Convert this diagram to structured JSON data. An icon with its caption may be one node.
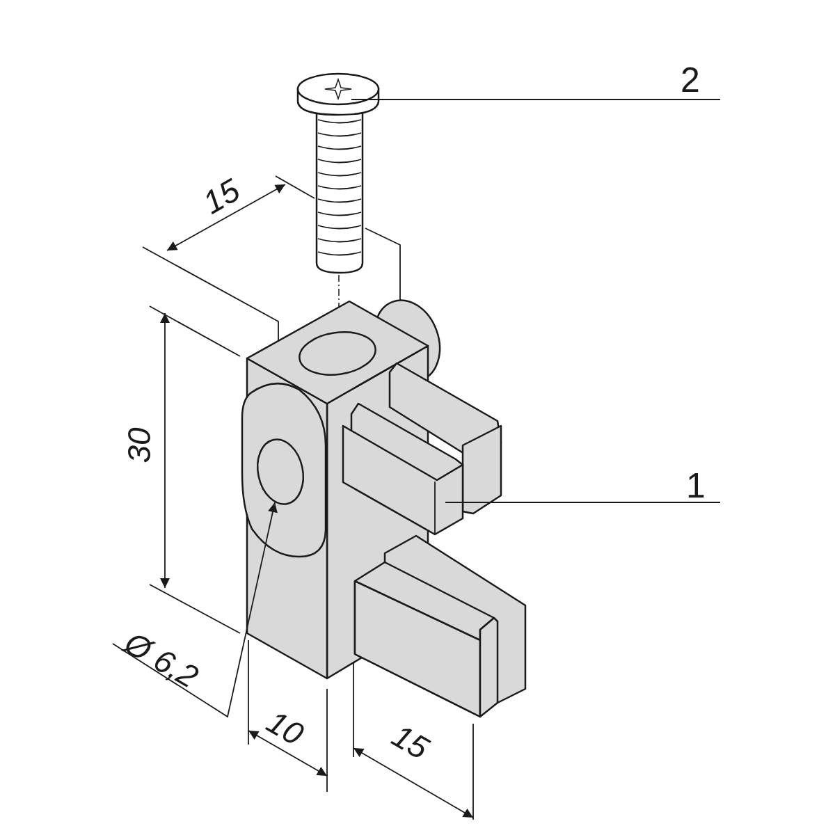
{
  "diagram": {
    "nodes": [
      {
        "text": [
          "2"
        ]
      },
      {
        "text": [],
        "shape": "picture"
      },
      {
        "text": [
          "1"
        ]
      },
      {
        "text": [],
        "shape": "picture"
      }
    ],
    "edges": [
      {
        "from": 0,
        "to": 1,
        "arrow": "none"
      },
      {
        "from": 2,
        "to": 3,
        "arrow": "none"
      }
    ],
    "labels": [
      "15",
      "30",
      "Ø 6,2",
      "10",
      "15"
    ]
  }
}
